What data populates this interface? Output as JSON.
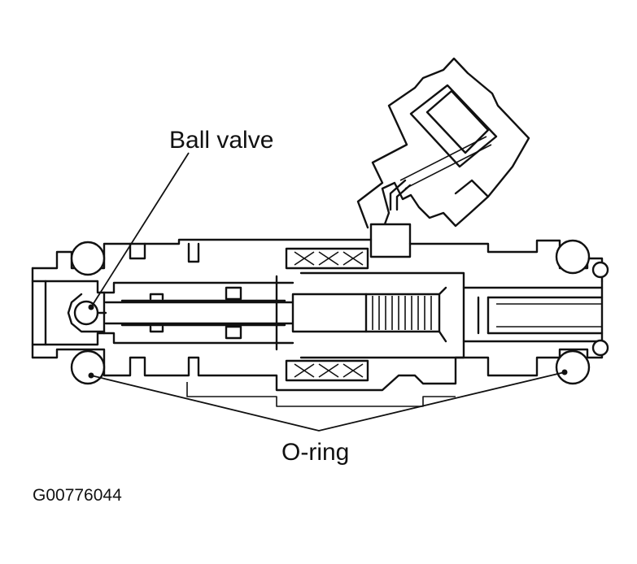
{
  "diagram": {
    "labels": {
      "ball_valve": "Ball valve",
      "o_ring": "O-ring",
      "figure_code": "G00776044"
    }
  }
}
